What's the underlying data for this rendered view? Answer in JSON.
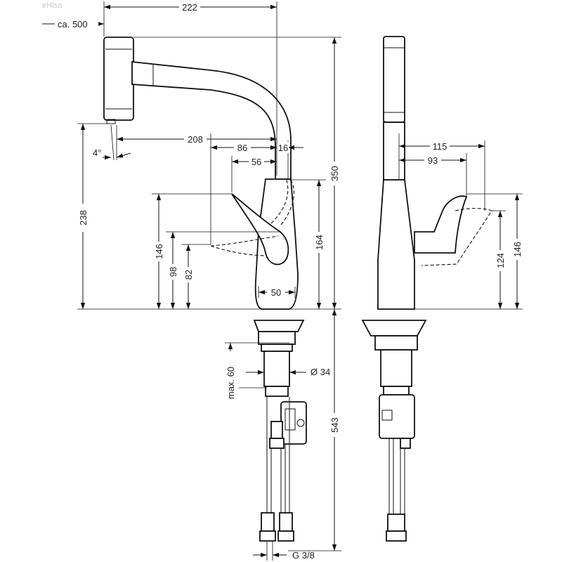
{
  "watermark": "eHisa",
  "colors": {
    "line": "#111111",
    "background": "#ffffff"
  },
  "dimensions": {
    "d222": "222",
    "d500": "ca. 500",
    "d208": "208",
    "d86": "86",
    "d16": "16",
    "d56": "56",
    "d4": "4°",
    "d238": "238",
    "d146_left": "146",
    "d98": "98",
    "d82": "82",
    "d50": "50",
    "d164": "164",
    "d350": "350",
    "d60": "max. 60",
    "d34": "Ø 34",
    "d543": "543",
    "dG38": "G 3/8",
    "d115": "115",
    "d93": "93",
    "d124": "124",
    "d146_right": "146"
  }
}
